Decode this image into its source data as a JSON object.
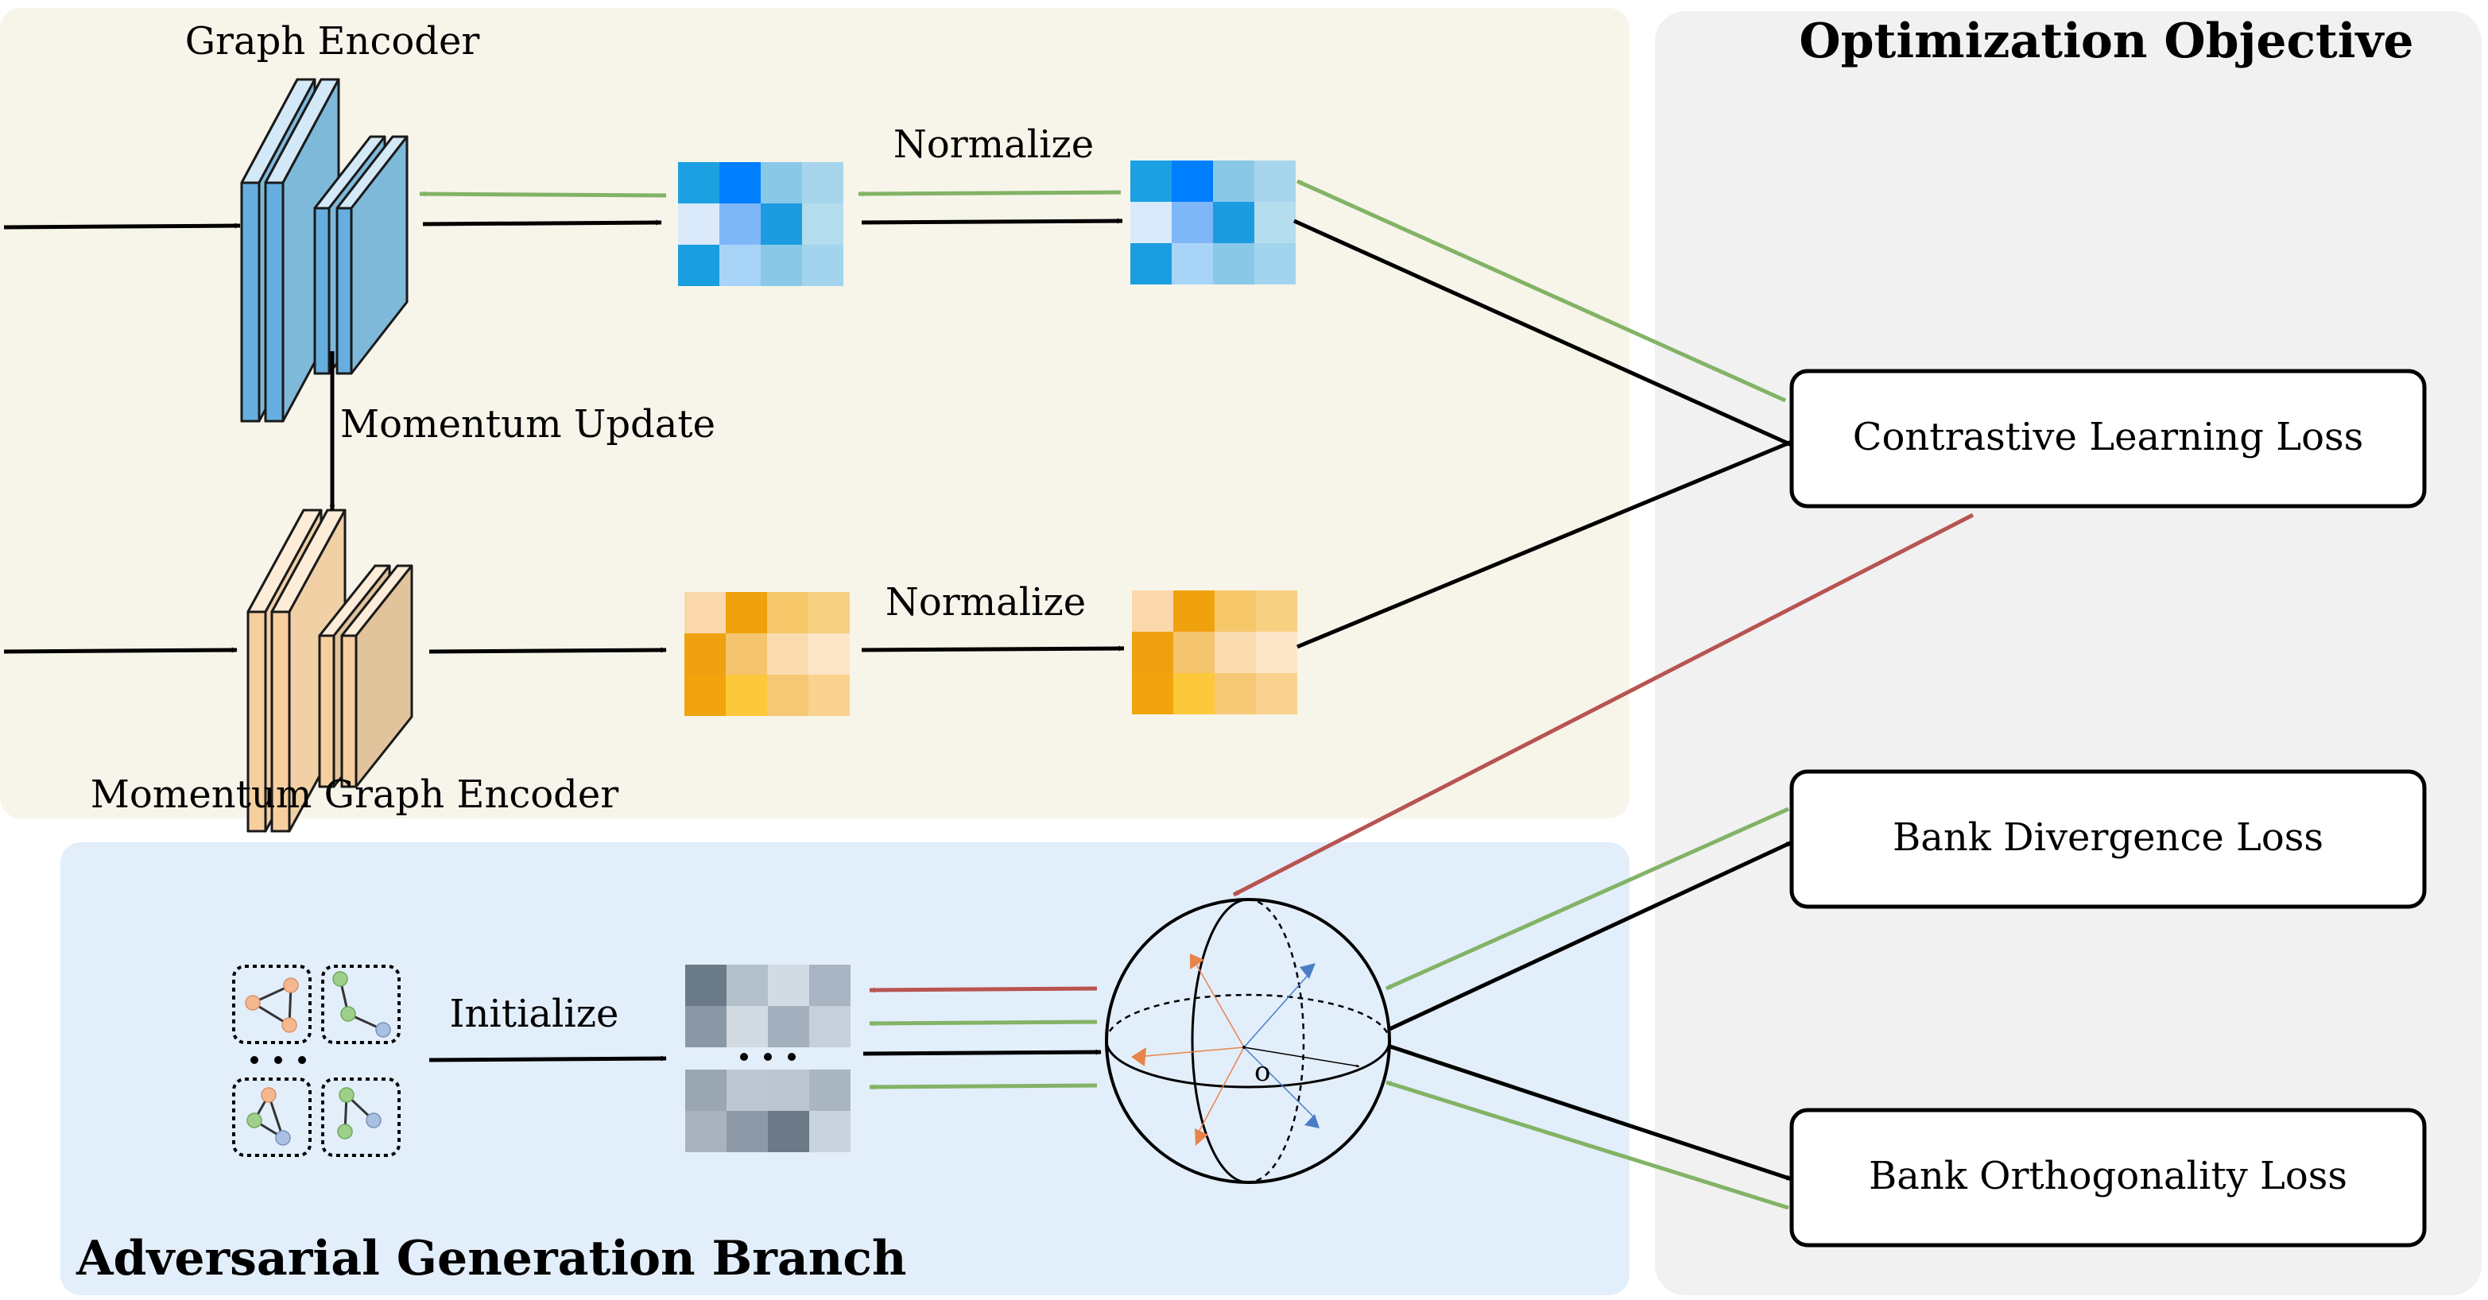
{
  "labels": {
    "graph_encoder": "Graph Encoder",
    "momentum_update": "Momentum Update",
    "momentum_graph_encoder": "Momentum Graph Encoder",
    "normalize_top": "Normalize",
    "normalize_bottom": "Normalize",
    "initialize": "Initialize",
    "branch_title": "Adversarial Generation Branch",
    "objective_title": "Optimization Objective",
    "sphere_origin": "o"
  },
  "losses": {
    "contrastive": "Contrastive Learning Loss",
    "divergence": "Bank Divergence Loss",
    "orthogonality": "Bank Orthogonality Loss"
  },
  "colors": {
    "top_panel": "#f7f5ea",
    "branch_panel": "#e3eefb",
    "objective_panel": "#f1f1f1",
    "encoder": "#7fb9da",
    "momentum_encoder": "#f1d0a6",
    "forward_arrow": "#000000",
    "gradient_arrow": "#82b366",
    "adversarial_arrow": "#b85450",
    "sphere_orange": "#e8844a",
    "sphere_blue": "#4a7ec4"
  }
}
